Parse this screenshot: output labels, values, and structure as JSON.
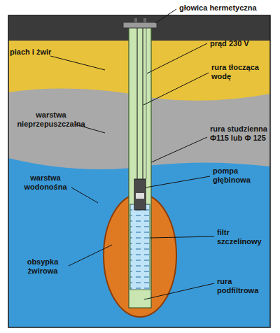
{
  "diagram": {
    "labels": [
      "głowica hermetyczna",
      "piach i żwir",
      "prąd 230 V",
      "rura tłocząca wodę",
      "warstwa nieprzepuszczalna",
      "rura studzienna Φ115 lub Φ 125",
      "warstwa wodonośna",
      "pompa głębinowa",
      "filtr szczelinowy",
      "obsypka żwirowa",
      "rura podfiltrowa"
    ]
  }
}
